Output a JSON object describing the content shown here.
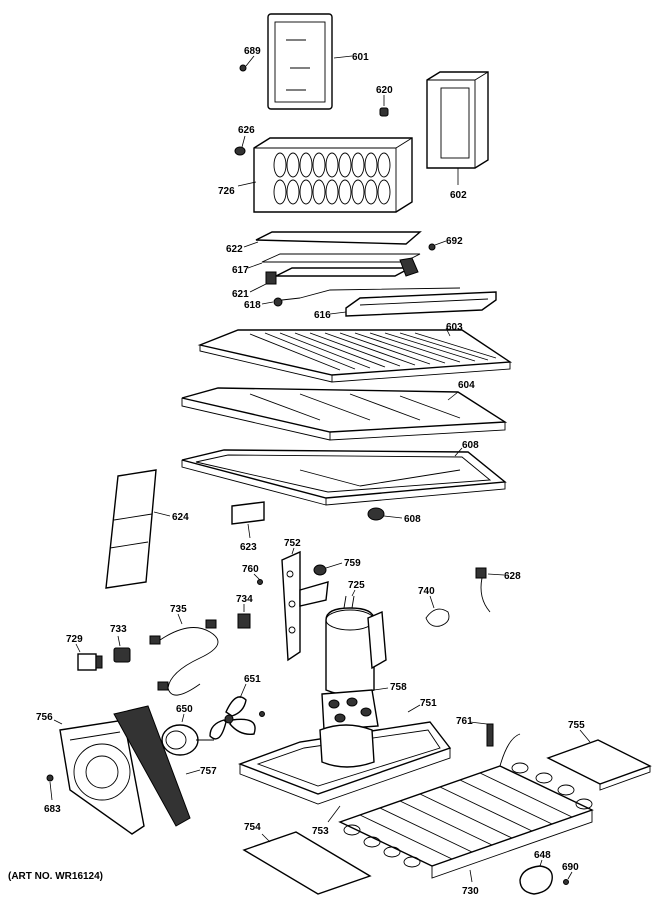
{
  "art_number": "(ART NO. WR16124)",
  "callouts": {
    "p689": "689",
    "p601": "601",
    "p620": "620",
    "p626": "626",
    "p602": "602",
    "p726": "726",
    "p622": "622",
    "p692": "692",
    "p617": "617",
    "p621": "621",
    "p618": "618",
    "p616": "616",
    "p603": "603",
    "p604": "604",
    "p608a": "608",
    "p624": "624",
    "p608b": "608",
    "p623": "623",
    "p752": "752",
    "p759": "759",
    "p760": "760",
    "p725": "725",
    "p740": "740",
    "p628": "628",
    "p735": "735",
    "p734": "734",
    "p733": "733",
    "p729": "729",
    "p651": "651",
    "p758": "758",
    "p751": "751",
    "p756": "756",
    "p650": "650",
    "p761": "761",
    "p755": "755",
    "p757": "757",
    "p683": "683",
    "p754": "754",
    "p753": "753",
    "p730": "730",
    "p648": "648",
    "p690": "690"
  }
}
